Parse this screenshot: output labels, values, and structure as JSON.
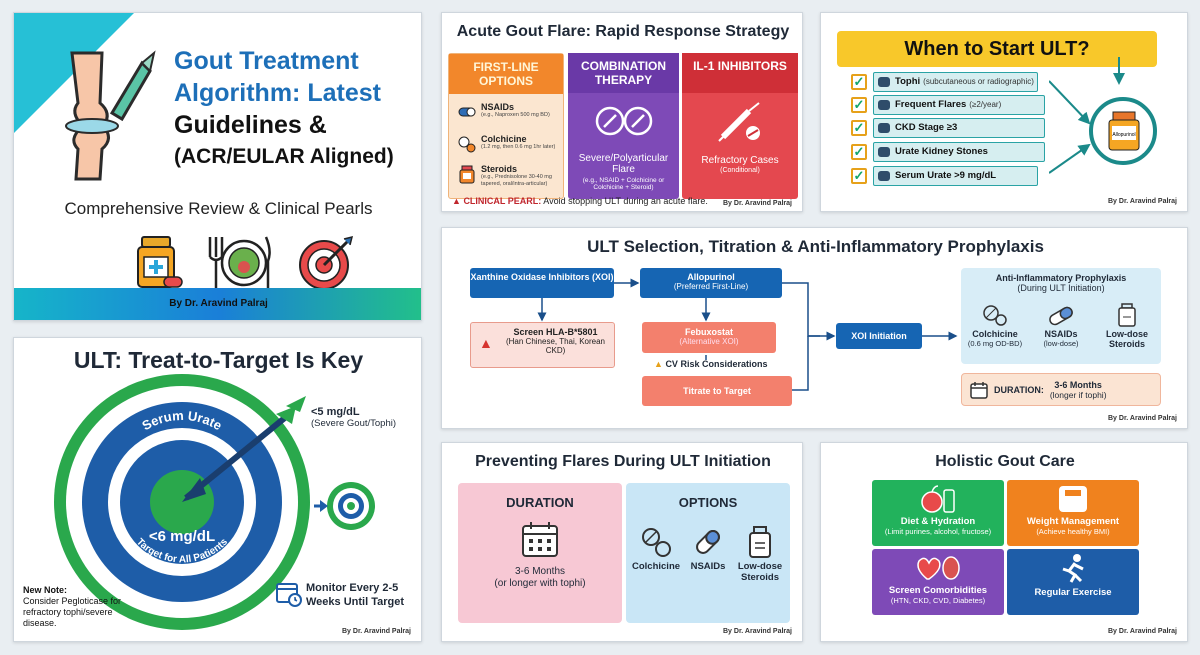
{
  "colors": {
    "teal": "#26c0d6",
    "title_blue": "#1d6fb8",
    "orange": "#f2872b",
    "purple": "#7e4ab7",
    "red": "#e4484f",
    "yellow": "#f8c82a",
    "dark_blue": "#1665b3",
    "green": "#22b25c"
  },
  "byline": "By Dr. Aravind Palraj",
  "title_card": {
    "title_line1": "Gout Treatment",
    "title_line2": "Algorithm: Latest",
    "title_line3": "Guidelines &",
    "title_line4": "(ACR/EULAR Aligned)",
    "subtitle": "Comprehensive Review & Clinical Pearls",
    "icons": [
      "joint-icon",
      "medication-bottle-icon",
      "diet-plate-icon",
      "target-icon"
    ]
  },
  "acute": {
    "title": "Acute Gout Flare: Rapid Response Strategy",
    "col1": {
      "header": "FIRST-LINE OPTIONS",
      "drugs": [
        {
          "name": "NSAIDs",
          "detail": "(e.g., Naproxen 500 mg BD)"
        },
        {
          "name": "Colchicine",
          "detail": "(1.2 mg, then 0.6 mg 1hr later)"
        },
        {
          "name": "Steroids",
          "detail": "(e.g., Prednisolone 30-40 mg tapered, oral/intra-articular)"
        }
      ]
    },
    "col2": {
      "header": "COMBINATION THERAPY",
      "label": "Severe/Polyarticular Flare",
      "detail": "(e.g., NSAID + Colchicine or Colchicine + Steroid)"
    },
    "col3": {
      "header": "IL-1 INHIBITORS",
      "label": "Refractory Cases",
      "detail": "(Conditional)"
    },
    "pearl_label": "CLINICAL PEARL:",
    "pearl_text": "Avoid stopping ULT during an acute flare."
  },
  "when": {
    "title": "When to Start ULT?",
    "criteria": [
      {
        "bold": "Tophi",
        "rest": "(subcutaneous or radiographic)"
      },
      {
        "bold": "Frequent Flares",
        "rest": "(≥2/year)"
      },
      {
        "bold": "CKD Stage ≥3",
        "rest": ""
      },
      {
        "bold": "Urate Kidney Stones",
        "rest": ""
      },
      {
        "bold": "Serum Urate >9 mg/dL",
        "rest": ""
      }
    ],
    "bottle_label": "Allopurinol"
  },
  "selection": {
    "title": "ULT Selection, Titration & Anti-Inflammatory Prophylaxis",
    "xoi": "Xanthine Oxidase Inhibitors (XOI)",
    "screen_title": "Screen HLA-B*5801",
    "screen_detail": "(Han Chinese, Thai, Korean CKD)",
    "allopurinol": "Allopurinol",
    "allopurinol_sub": "(Preferred First-Line)",
    "febuxostat": "Febuxostat",
    "febuxostat_sub": "(Alternative XOI)",
    "cv_risk": "CV Risk Considerations",
    "titrate": "Titrate to Target",
    "xoi_init": "XOI Initiation",
    "proph_title": "Anti-Inflammatory Prophylaxis",
    "proph_sub": "(During ULT Initiation)",
    "proph_items": [
      {
        "name": "Colchicine",
        "detail": "(0.6 mg OD-BD)"
      },
      {
        "name": "NSAIDs",
        "detail": "(low-dose)"
      },
      {
        "name": "Low-dose Steroids",
        "detail": ""
      }
    ],
    "duration_label": "DURATION:",
    "duration_value": "3-6 Months",
    "duration_detail": "(longer if tophi)"
  },
  "t2t": {
    "title": "ULT: Treat-to-Target Is Key",
    "outer_label": "Serum Urate",
    "inner_value": "<6 mg/dL",
    "inner_sub": "Target for All Patients",
    "severe_value": "<5 mg/dL",
    "severe_sub": "(Severe Gout/Tophi)",
    "monitor": "Monitor Every 2-5 Weeks Until Target",
    "note_title": "New Note:",
    "note_text": "Consider Pegloticase for refractory tophi/severe disease."
  },
  "prevent": {
    "title": "Preventing Flares During ULT Initiation",
    "duration_header": "DURATION",
    "duration_text": "3-6 Months",
    "duration_sub": "(or longer with tophi)",
    "options_header": "OPTIONS",
    "options": [
      "Colchicine",
      "NSAIDs",
      "Low-dose Steroids"
    ]
  },
  "holistic": {
    "title": "Holistic Gout Care",
    "tiles": [
      {
        "label": "Diet & Hydration",
        "sub": "(Limit purines, alcohol, fructose)"
      },
      {
        "label": "Weight Management",
        "sub": "(Achieve healthy BMI)"
      },
      {
        "label": "Screen Comorbidities",
        "sub": "(HTN, CKD, CVD, Diabetes)"
      },
      {
        "label": "Regular Exercise",
        "sub": ""
      }
    ]
  }
}
